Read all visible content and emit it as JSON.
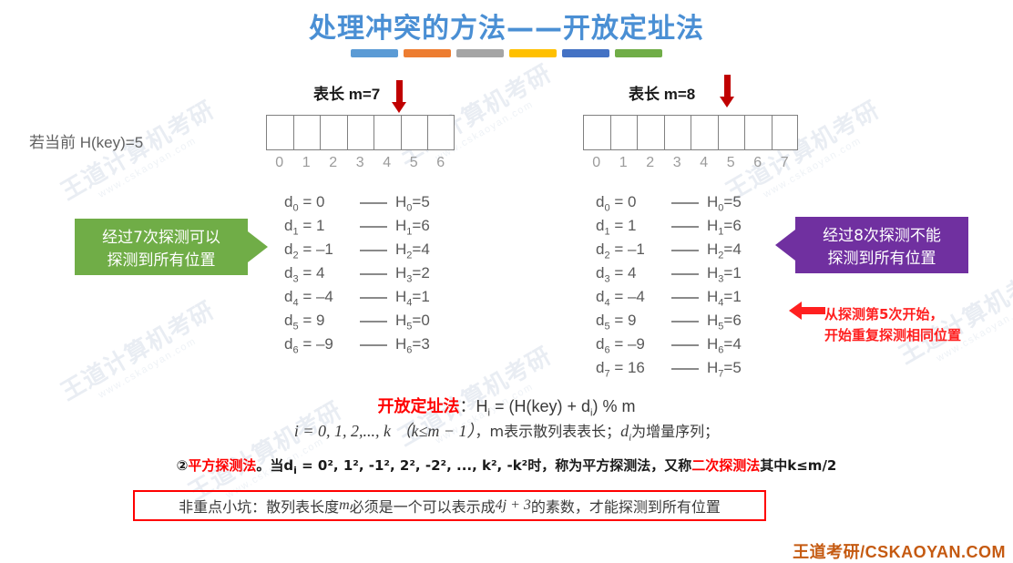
{
  "slide": {
    "title": "处理冲突的方法——开放定址法",
    "title_bar_colors": [
      "#5b9bd5",
      "#ed7d31",
      "#a5a5a5",
      "#ffc000",
      "#4472c4",
      "#70ad47"
    ],
    "hkey_note": "若当前 H(key)=5",
    "footer": "王道考研/CSKAOYAN.COM"
  },
  "tables": [
    {
      "caption": "表长 m=7",
      "indices": [
        "0",
        "1",
        "2",
        "3",
        "4",
        "5",
        "6"
      ],
      "arrow_index": 5
    },
    {
      "caption": "表长 m=8",
      "indices": [
        "0",
        "1",
        "2",
        "3",
        "4",
        "5",
        "6",
        "7"
      ],
      "arrow_index": 5
    }
  ],
  "probe_lists": [
    {
      "name": "m=7",
      "rows": [
        {
          "d_sub": "0",
          "d_val": "= 0",
          "h_sub": "0",
          "h_val": "=5"
        },
        {
          "d_sub": "1",
          "d_val": "= 1",
          "h_sub": "1",
          "h_val": "=6"
        },
        {
          "d_sub": "2",
          "d_val": "= –1",
          "h_sub": "2",
          "h_val": "=4"
        },
        {
          "d_sub": "3",
          "d_val": "= 4",
          "h_sub": "3",
          "h_val": "=2"
        },
        {
          "d_sub": "4",
          "d_val": "= –4",
          "h_sub": "4",
          "h_val": "=1"
        },
        {
          "d_sub": "5",
          "d_val": "= 9",
          "h_sub": "5",
          "h_val": "=0"
        },
        {
          "d_sub": "6",
          "d_val": "= –9",
          "h_sub": "6",
          "h_val": "=3"
        }
      ]
    },
    {
      "name": "m=8",
      "rows": [
        {
          "d_sub": "0",
          "d_val": "= 0",
          "h_sub": "0",
          "h_val": "=5"
        },
        {
          "d_sub": "1",
          "d_val": "= 1",
          "h_sub": "1",
          "h_val": "=6"
        },
        {
          "d_sub": "2",
          "d_val": "= –1",
          "h_sub": "2",
          "h_val": "=4"
        },
        {
          "d_sub": "3",
          "d_val": "= 4",
          "h_sub": "3",
          "h_val": "=1"
        },
        {
          "d_sub": "4",
          "d_val": "= –4",
          "h_sub": "4",
          "h_val": "=1"
        },
        {
          "d_sub": "5",
          "d_val": "= 9",
          "h_sub": "5",
          "h_val": "=6"
        },
        {
          "d_sub": "6",
          "d_val": "= –9",
          "h_sub": "6",
          "h_val": "=4"
        },
        {
          "d_sub": "7",
          "d_val": "= 16",
          "h_sub": "7",
          "h_val": "=5"
        }
      ]
    }
  ],
  "callouts": {
    "green": {
      "line1": "经过7次探测可以",
      "line2": "探测到所有位置",
      "color": "#70ad47"
    },
    "purple": {
      "line1": "经过8次探测不能",
      "line2": "探测到所有位置",
      "color": "#7030a0"
    },
    "red_note": {
      "line1": "从探测第5次开始，",
      "line2": "开始重复探测相同位置",
      "color": "#ff2020"
    }
  },
  "formulas": {
    "keyword": "开放定址法",
    "colon": "：",
    "main": "H",
    "main_sub": "i",
    "main_rest": " = (H(key) + d",
    "main_sub2": "i",
    "main_tail": ") % m",
    "line2_a": "i = 0, 1, 2,..., k",
    "line2_b": "（k≤m − 1）",
    "line2_c": "，m表示散列表表长；",
    "line2_d": "d",
    "line2_d_sub": "i",
    "line2_e": "为增量序列；"
  },
  "square_probe": {
    "marker": "②",
    "term1": "平方探测法",
    "text1": "。当d",
    "text1_sub": "i",
    "text2": " = 0², 1², -1², 2², -2², ..., k², -k²时，称为平方探测法，又称",
    "term2": "二次探测法",
    "text3": "其中k≤m/2"
  },
  "warn_box": {
    "label": "非重点小坑：",
    "text_a": "散列表长度",
    "m": "m",
    "text_b": "必须是一个可以表示成",
    "formula": "4j + 3",
    "text_c": "的素数，才能探测到所有位置"
  },
  "watermark": {
    "seal": "王道计算机考研",
    "url": "www.cskaoyan.com"
  }
}
